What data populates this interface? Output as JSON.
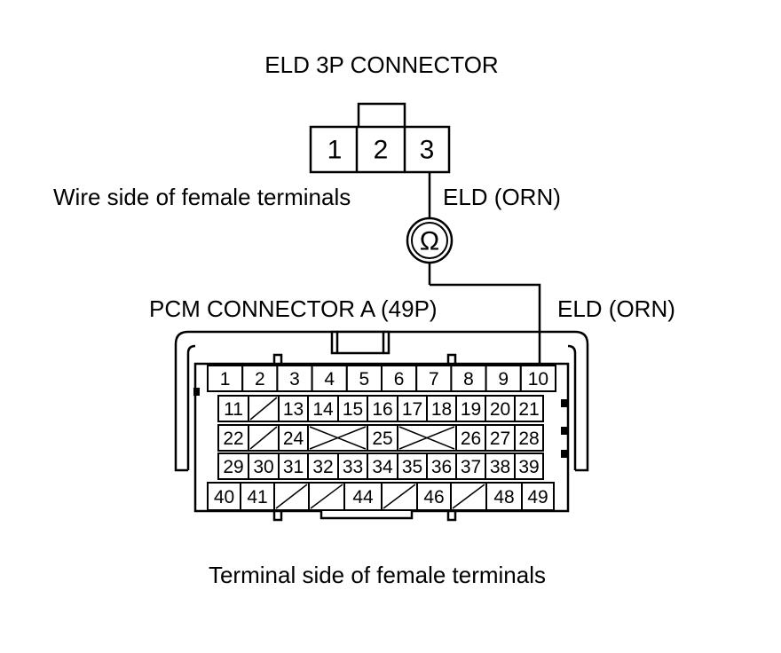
{
  "labels": {
    "eld_title": "ELD 3P CONNECTOR",
    "wire_side": "Wire side of female terminals",
    "eld_wire_upper": "ELD (ORN)",
    "pcm_title": "PCM CONNECTOR A (49P)",
    "eld_wire_right": "ELD (ORN)",
    "terminal_side": "Terminal side of female terminals",
    "ohm_symbol": "Ω"
  },
  "eld_pins": [
    "1",
    "2",
    "3"
  ],
  "pcm_pins": {
    "row1": [
      "1",
      "2",
      "3",
      "4",
      "5",
      "6",
      "7",
      "8",
      "9",
      "10"
    ],
    "row2": [
      "11",
      "",
      "13",
      "14",
      "15",
      "16",
      "17",
      "18",
      "19",
      "20",
      "21"
    ],
    "row3": [
      "22",
      "",
      "24",
      "",
      "25",
      "",
      "26",
      "27",
      "28"
    ],
    "row4": [
      "29",
      "30",
      "31",
      "32",
      "33",
      "34",
      "35",
      "36",
      "37",
      "38",
      "39"
    ],
    "row5": [
      "40",
      "41",
      "",
      "",
      "44",
      "",
      "46",
      "",
      "48",
      "49"
    ]
  }
}
